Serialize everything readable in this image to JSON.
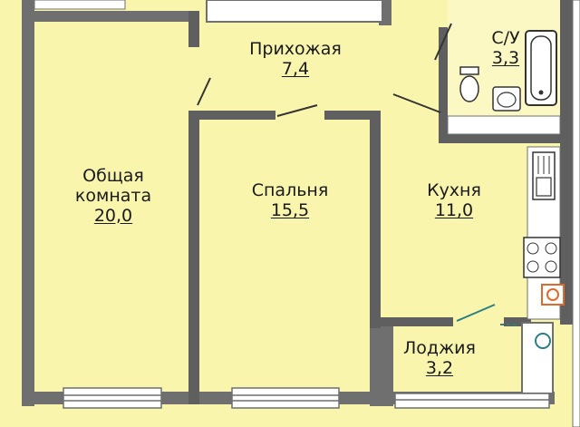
{
  "colors": {
    "floor": "#f9f5ad",
    "wall": "#6f6f6f",
    "wall_dark": "#5f5f5f",
    "fixture": "#ffffff",
    "door_accent": "#2b7f85",
    "stove_accent": "#e06a2c"
  },
  "rooms": [
    {
      "id": "hall",
      "name": "Прихожая",
      "area": "7,4"
    },
    {
      "id": "living",
      "name_line1": "Общая",
      "name_line2": "комната",
      "area": "20,0"
    },
    {
      "id": "bedroom",
      "name": "Спальня",
      "area": "15,5"
    },
    {
      "id": "kitchen",
      "name": "Кухня",
      "area": "11,0"
    },
    {
      "id": "bath",
      "name": "С/У",
      "area": "3,3"
    },
    {
      "id": "loggia",
      "name": "Лоджия",
      "area": "3,2"
    }
  ],
  "icons": [
    "toilet-icon",
    "sink-icon",
    "bathtub-icon",
    "kitchen-sink-icon",
    "stove-icon",
    "vent-icon"
  ]
}
